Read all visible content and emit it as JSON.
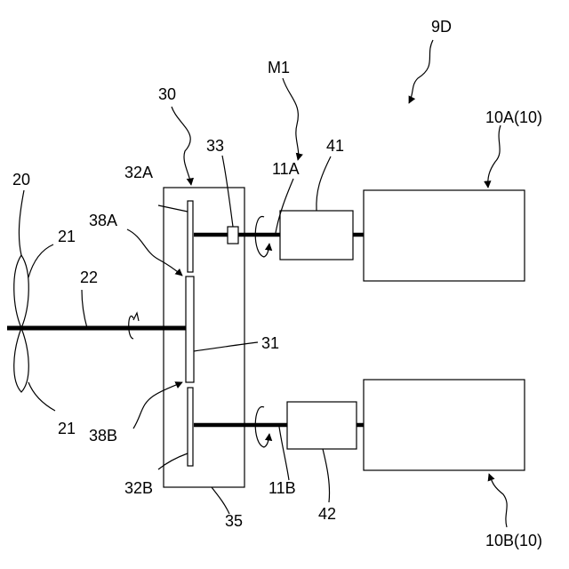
{
  "labels": {
    "fig": "9D",
    "m1": "M1",
    "gearbox": "30",
    "part33": "33",
    "part41": "41",
    "part42": "42",
    "shaft11a": "11A",
    "shaft11b": "11B",
    "gear32a": "32A",
    "gear32b": "32B",
    "side38a": "38A",
    "side38b": "38B",
    "propeller": "20",
    "blade_top": "21",
    "blade_bottom": "21",
    "prop_shaft": "22",
    "gear31": "31",
    "housing": "35",
    "engine_a": "10A(10)",
    "engine_b": "10B(10)"
  },
  "colors": {
    "stroke": "#000000",
    "background": "#ffffff"
  }
}
